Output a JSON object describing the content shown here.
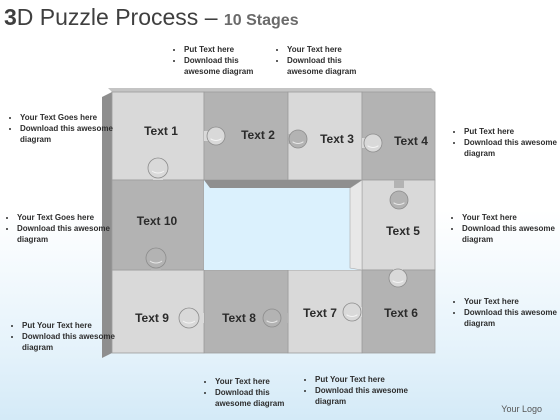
{
  "title": {
    "number": "3",
    "main": "D Puzzle Process",
    "dash": "–",
    "stages": "10 Stages"
  },
  "pieces": [
    {
      "id": "1",
      "label": "Text 1"
    },
    {
      "id": "2",
      "label": "Text 2"
    },
    {
      "id": "3",
      "label": "Text 3"
    },
    {
      "id": "4",
      "label": "Text 4"
    },
    {
      "id": "5",
      "label": "Text 5"
    },
    {
      "id": "6",
      "label": "Text 6"
    },
    {
      "id": "7",
      "label": "Text 7"
    },
    {
      "id": "8",
      "label": "Text 8"
    },
    {
      "id": "9",
      "label": "Text 9"
    },
    {
      "id": "10",
      "label": "Text 10"
    }
  ],
  "notes": [
    {
      "id": "top-1",
      "lines": [
        "Put Text here",
        "Download this awesome diagram"
      ]
    },
    {
      "id": "top-2",
      "lines": [
        "Your Text here",
        "Download this awesome diagram"
      ]
    },
    {
      "id": "left-1",
      "lines": [
        "Your Text Goes here",
        "Download this awesome diagram"
      ]
    },
    {
      "id": "left-2",
      "lines": [
        "Your Text Goes here",
        "Download this awesome diagram"
      ]
    },
    {
      "id": "left-3",
      "lines": [
        "Put Your Text here",
        "Download this awesome diagram"
      ]
    },
    {
      "id": "right-1",
      "lines": [
        "Put Text here",
        "Download this awesome diagram"
      ]
    },
    {
      "id": "right-2",
      "lines": [
        "Your Text here",
        "Download this awesome diagram"
      ]
    },
    {
      "id": "right-3",
      "lines": [
        "Your Text here",
        "Download this awesome diagram"
      ]
    },
    {
      "id": "bottom-1",
      "lines": [
        "Your Text here",
        "Download this awesome diagram"
      ]
    },
    {
      "id": "bottom-2",
      "lines": [
        "Put Your Text here",
        "Download this awesome diagram"
      ]
    }
  ],
  "logo": "Your Logo",
  "colors": {
    "piece_light": "#d9d9d9",
    "piece_dark": "#b3b3b3",
    "hole_face": "#dbf1fd",
    "side_shade": "#8e8e8e",
    "top_shade": "#c4c4c4",
    "inner_wall": "#e8e8e8"
  }
}
